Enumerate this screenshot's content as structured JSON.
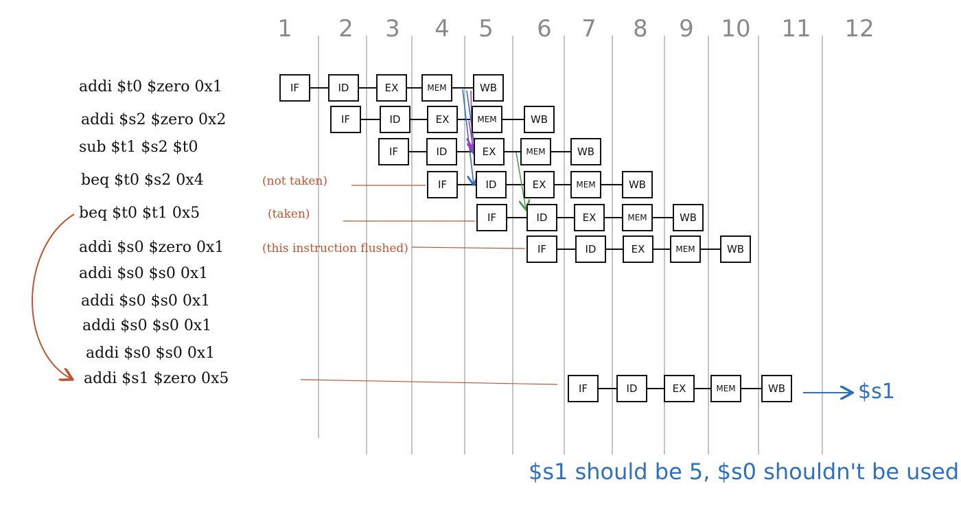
{
  "cycles": [
    "1",
    "2",
    "3",
    "4",
    "5",
    "6",
    "7",
    "8",
    "9",
    "10",
    "11",
    "12"
  ],
  "instructions": [
    {
      "text": "addi $t0 $zero 0x1",
      "note": ""
    },
    {
      "text": "addi $s2 $zero 0x2",
      "note": ""
    },
    {
      "text": "sub $t1 $s2 $t0",
      "note": ""
    },
    {
      "text": "beq $t0 $s2 0x4",
      "note": "(not taken)"
    },
    {
      "text": "beq $t0 $t1 0x5",
      "note": "(taken)"
    },
    {
      "text": "addi $s0 $zero 0x1",
      "note": "(this instruction flushed)"
    },
    {
      "text": "addi $s0 $s0 0x1",
      "note": ""
    },
    {
      "text": "addi $s0 $s0 0x1",
      "note": ""
    },
    {
      "text": "addi $s0 $s0 0x1",
      "note": ""
    },
    {
      "text": "addi $s0 $s0 0x1",
      "note": ""
    },
    {
      "text": "addi $s1 $zero 0x5",
      "note": ""
    }
  ],
  "stages": [
    "IF",
    "ID",
    "EX",
    "MEM",
    "WB"
  ],
  "result_label": "$s1",
  "footer": "$s1 should be 5, $s0 shouldn't be used",
  "colors": {
    "ink": "#111111",
    "grid": "#b0b0b0",
    "orange": "#c0532f",
    "blue": "#2f6fc0",
    "purple": "#9a3fc0",
    "green": "#4aa04a"
  }
}
